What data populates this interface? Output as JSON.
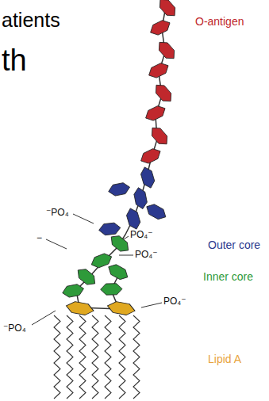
{
  "diagram": {
    "labels": [
      "atients",
      "th",
      "O-antigen",
      "Outer core",
      "⁻PO₄",
      "PO₄⁻",
      "PO₄⁻",
      "Inner core",
      "−",
      "PO₄⁻",
      "⁻PO₄",
      "Lipid A"
    ]
  }
}
